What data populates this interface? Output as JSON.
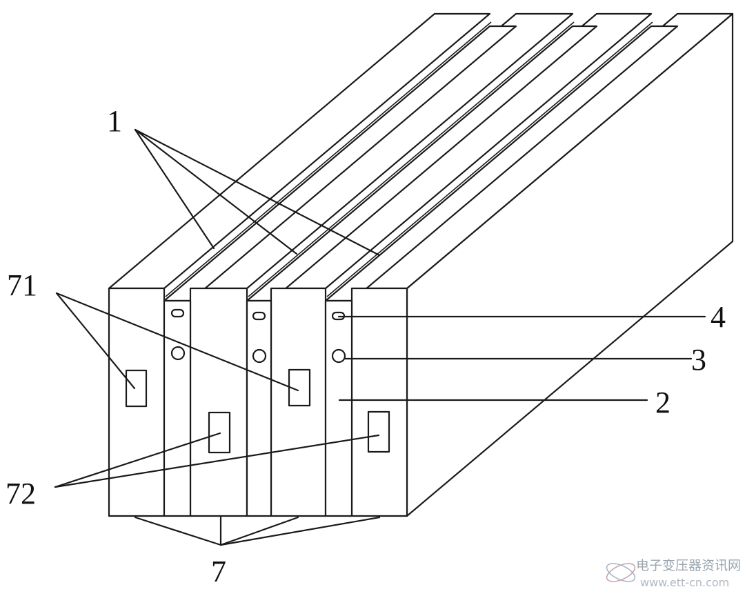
{
  "labels": {
    "l1": "1",
    "l71": "71",
    "l4": "4",
    "l3": "3",
    "l2": "2",
    "l72": "72",
    "l7": "7"
  },
  "watermark": {
    "site_name": "电子变压器资讯网",
    "site_url": "www.ett-cn.com",
    "color": "#9aa6b2"
  },
  "colors": {
    "stroke": "#1a1a1a",
    "background": "#ffffff"
  }
}
